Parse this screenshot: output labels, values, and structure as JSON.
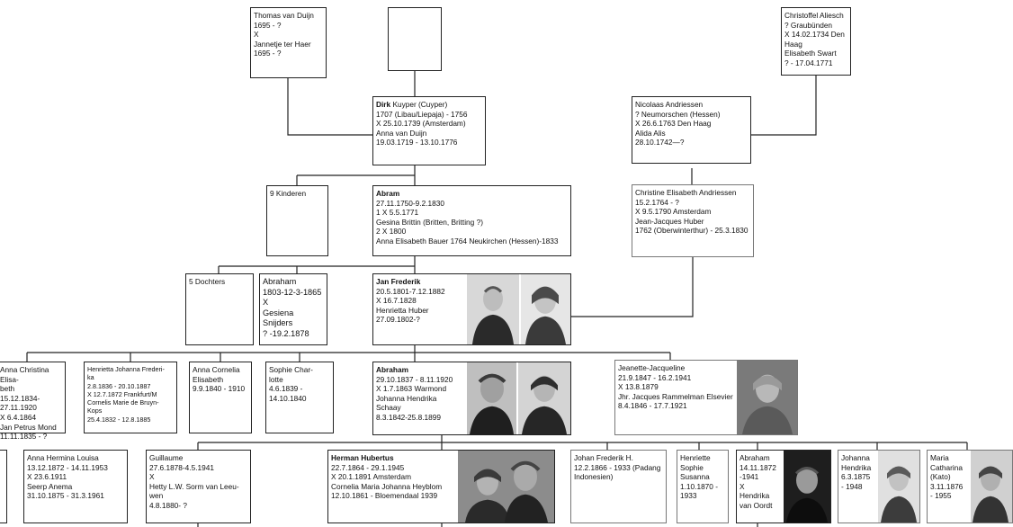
{
  "people": {
    "thomas": {
      "text": "Thomas van Duijn\n1695 - ?\nX\nJannetje ter Haer\n1695 - ?"
    },
    "empty_top": {
      "text": ""
    },
    "christoffel": {
      "text": "Christoffel Aliesch\n? Graubünden\nX 14.02.1734  Den Haag\nElisabeth Swart\n? - 17.04.1771"
    },
    "dirk": {
      "name": "Dirk",
      "text": " Kuyper (Cuyper)\n1707 (Libau/Liepaja) - 1756\nX 25.10.1739 (Amsterdam)\nAnna van Duijn\n19.03.1719 - 13.10.1776"
    },
    "nicolaas": {
      "text": "Nicolaas Andriessen\n? Neumorschen (Hessen)\nX 26.6.1763 Den Haag\nAlida Alis\n28.10.1742—?"
    },
    "kinderen": {
      "text": "9 Kinderen"
    },
    "abram": {
      "name": "Abram",
      "text": "27.11.1750-9.2.1830\n1 X 5.5.1771\nGesina Brittin (Britten, Britting ?)\n2 X 1800\nAnna Elisabeth Bauer 1764 Neukirchen (Hessen)-1833"
    },
    "christine": {
      "text": "Christine Elisabeth Andriessen\n15.2.1764 - ?\nX 9.5.1790 Amsterdam\nJean-Jacques Huber\n1762 (Oberwinterthur) - 25.3.1830"
    },
    "dochters": {
      "text": "5 Dochters"
    },
    "abraham1803": {
      "text": "Abraham\n1803-12-3-1865\nX\nGesiena Snijders\n? -19.2.1878"
    },
    "janfrederik": {
      "name": "Jan Frederik",
      "text": "20.5.1801-7.12.1882\nX 16.7.1828\nHenrietta Huber\n27.09.1802-?"
    },
    "annachristina": {
      "text": "Anna Christina Elisa-\nbeth\n15.12.1834-\n27.11.1920\nX 6.4.1864\nJan Petrus Mond\n11.11.1835 - ?"
    },
    "henrietta": {
      "text": "Henrietta Johanna Frederi-\nka\n2.8.1836 - 20.10.1887\nX 12.7.1872 Frankfurt/M\nCornelis Marie de Bruyn-\nKops\n25.4.1832 - 12.8.1885"
    },
    "annacornelia": {
      "text": "Anna Cornelia\nElisabeth\n9.9.1840 - 1910"
    },
    "sophie": {
      "text": "Sophie Char-\nlotte\n4.6.1839 -\n14.10.1840"
    },
    "abraham1837": {
      "name": "Abraham",
      "text": "29.10.1837 - 8.11.1920\nX 1.7.1863 Warmond\nJohanna Hendrika\nSchaay\n8.3.1842-25.8.1899"
    },
    "jeanette": {
      "text": "Jeanette-Jacqueline\n21.9.1847 - 16.2.1941\nX 13.8.1879\nJhr. Jacques Rammelman Elsevier\n8.4.1846 - 17.7.1921"
    },
    "annahermina": {
      "text": "Anna Hermina Louisa\n13.12.1872 - 14.11.1953\nX 23.6.1911\nSeerp Anema\n31.10.1875 - 31.3.1961"
    },
    "guillaume": {
      "text": "Guillaume\n27.6.1878-4.5.1941\nX\nHetty L.W. Sorm van Leeu-\nwen\n4.8.1880- ?"
    },
    "hermanhubertus": {
      "name": "Herman Hubertus",
      "text": "22.7.1864 - 29.1.1945\nX 20.1.1891 Amsterdam\nCornelia Maria Johanna  Heyblom\n12.10.1861 - Bloemendaal 1939"
    },
    "johanfrederik": {
      "text": "Johan Frederik H.\n12.2.1866 - 1933 (Padang\nIndonesien)"
    },
    "henriette": {
      "text": "Henriette\nSophie\nSusanna\n1.10.1870 -\n1933"
    },
    "abraham1872": {
      "text": "Abraham\n14.11.1872\n-1941\nX\nHendrika\nvan Oordt"
    },
    "johanna": {
      "text": "Johanna\nHendrika\n6.3.1875\n- 1948"
    },
    "maria": {
      "text": "Maria\nCatharina\n(Kato)\n3.11.1876\n- 1955"
    }
  }
}
